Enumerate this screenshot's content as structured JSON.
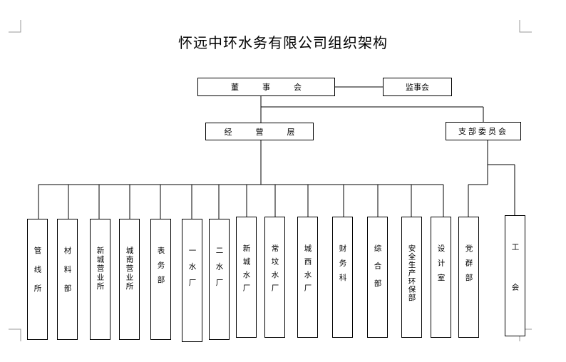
{
  "title": "怀远中环水务有限公司组织架构",
  "nodes": {
    "board": "董　　　事　　　会",
    "supervisors": "监事会",
    "management": "经　　　营　　　层",
    "party_branch": "支部委员会",
    "departments": [
      "管线所",
      "材料部",
      "新城营业所",
      "城南营业所",
      "表务部",
      "一水厂",
      "二水厂",
      "新城水厂",
      "常坟水厂",
      "城西水厂",
      "财务科",
      "综合部",
      "安全生产环保部",
      "设计室",
      "党群部",
      "工会"
    ]
  }
}
